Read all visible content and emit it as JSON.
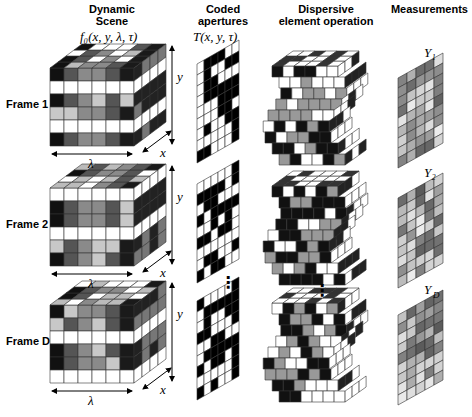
{
  "diagram": {
    "labels": [
      "Dynamic Scene",
      "f₀(x, y, λ, τ)",
      "Coded apertures",
      "T(x, y, τ)",
      "Dispersive element operation",
      "Measurements",
      "Y₁",
      "Frame 1",
      "y",
      "x",
      "λ",
      "Y₂",
      "Frame 2",
      "y",
      "x",
      "λ",
      "⋮",
      "⋮",
      "Y",
      "D",
      "Frame D",
      "y",
      "x",
      "λ"
    ]
  }
}
